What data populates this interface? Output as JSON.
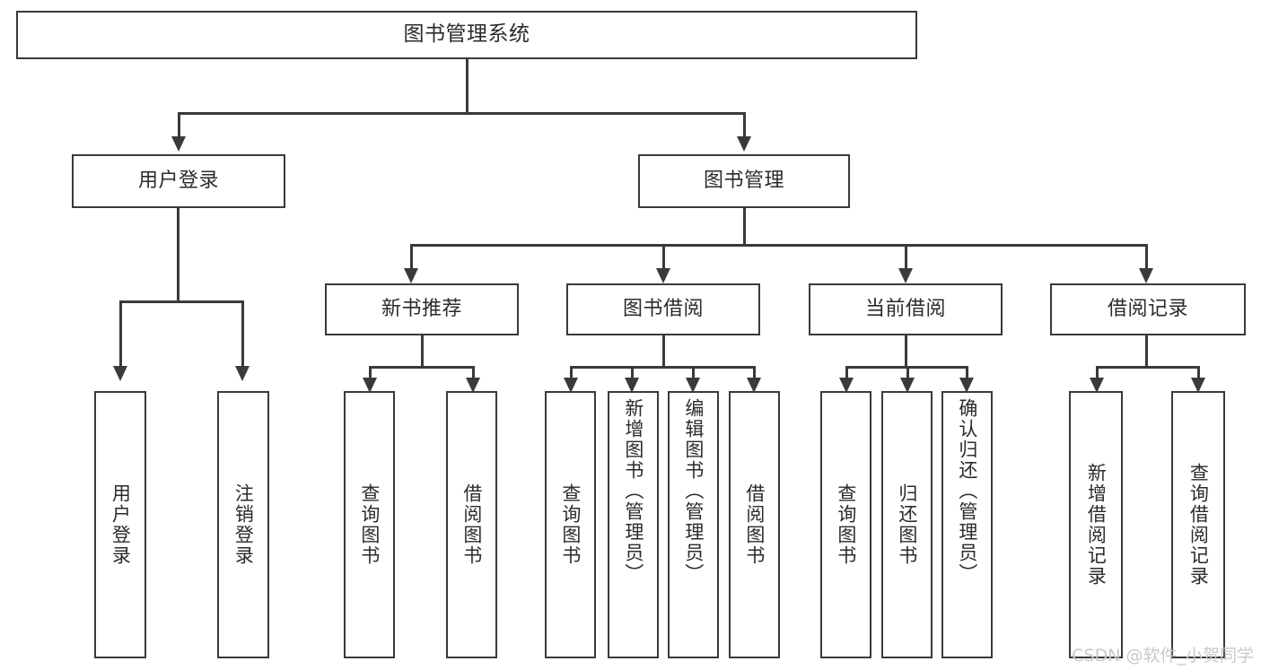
{
  "diagram": {
    "type": "tree-hierarchy",
    "title": "图书管理系统",
    "orientation": "top-down",
    "colors": {
      "box_border": "#3a3a3a",
      "box_fill": "#ffffff",
      "connector": "#3a3a3a",
      "text": "#2b2b2b",
      "watermark": "#c9c9c9",
      "background": "#ffffff"
    }
  },
  "nodes": {
    "root": {
      "label": "图书管理系统"
    },
    "level2": [
      {
        "id": "user-login",
        "label": "用户登录"
      },
      {
        "id": "book-manage",
        "label": "图书管理"
      }
    ],
    "level3": [
      {
        "id": "new-book-recommend",
        "label": "新书推荐"
      },
      {
        "id": "book-borrow",
        "label": "图书借阅"
      },
      {
        "id": "current-borrow",
        "label": "当前借阅"
      },
      {
        "id": "borrow-record",
        "label": "借阅记录"
      }
    ],
    "leaves": {
      "user_login": [
        {
          "id": "leaf-user-login",
          "label": "用户登录"
        },
        {
          "id": "leaf-logout-login",
          "label": "注销登录"
        }
      ],
      "new_book_recommend": [
        {
          "id": "leaf-query-book-1",
          "label": "查询图书"
        },
        {
          "id": "leaf-borrow-book-1",
          "label": "借阅图书"
        }
      ],
      "book_borrow": [
        {
          "id": "leaf-query-book-2",
          "label": "查询图书"
        },
        {
          "id": "leaf-add-book",
          "label": "新增图书（管理员）"
        },
        {
          "id": "leaf-edit-book",
          "label": "编辑图书（管理员）"
        },
        {
          "id": "leaf-borrow-book-2",
          "label": "借阅图书"
        }
      ],
      "current_borrow": [
        {
          "id": "leaf-query-book-3",
          "label": "查询图书"
        },
        {
          "id": "leaf-return-book",
          "label": "归还图书"
        },
        {
          "id": "leaf-confirm-return",
          "label": "确认归还（管理员）"
        }
      ],
      "borrow_record": [
        {
          "id": "leaf-add-record",
          "label": "新增借阅记录"
        },
        {
          "id": "leaf-query-record",
          "label": "查询借阅记录"
        }
      ]
    }
  },
  "watermark": {
    "text": "CSDN @软件_小贺同学"
  }
}
